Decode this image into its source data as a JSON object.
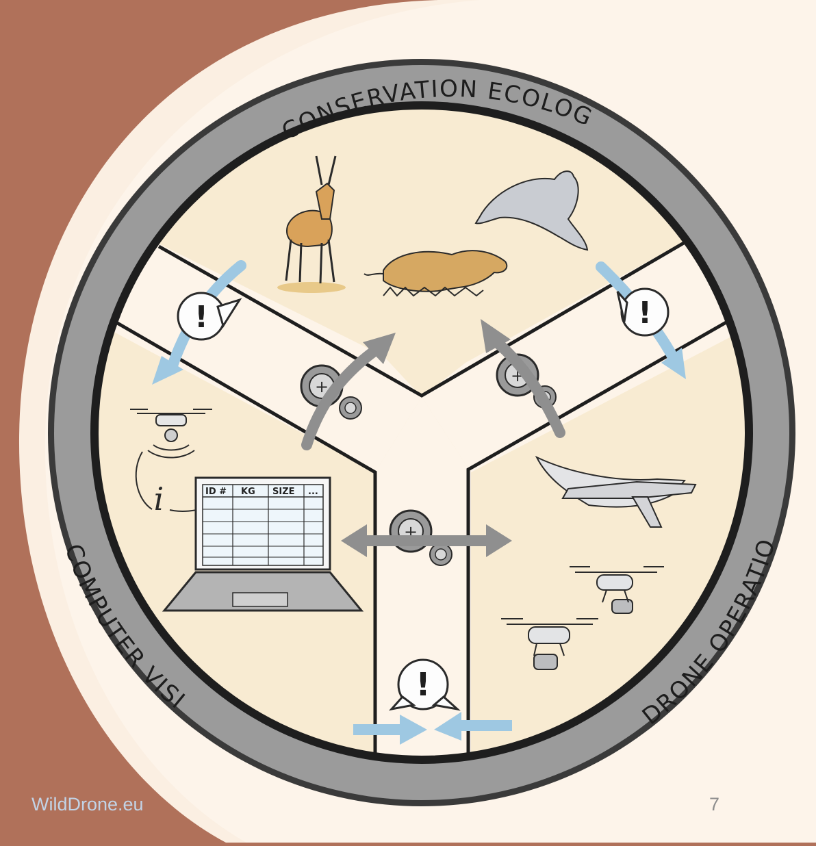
{
  "diagram": {
    "ring_labels": {
      "top": "CONSERVATION ECOLOGY",
      "left": "COMPUTER VISION",
      "right": "DRONE OPERATION"
    },
    "table_headers": [
      "ID #",
      "KG",
      "SIZE",
      "..."
    ],
    "alert_symbol": "!",
    "info_symbol": "i",
    "gear_symbol": "+"
  },
  "footer": {
    "site": "WildDrone.eu",
    "page_number": "7"
  },
  "colors": {
    "background": "#b0715a",
    "cream": "#f8ebd2",
    "path": "#fdf4e9",
    "ring": "#9b9b9b",
    "arrow_blue": "#9ec8e2",
    "arrow_gray": "#8f8f8f"
  }
}
